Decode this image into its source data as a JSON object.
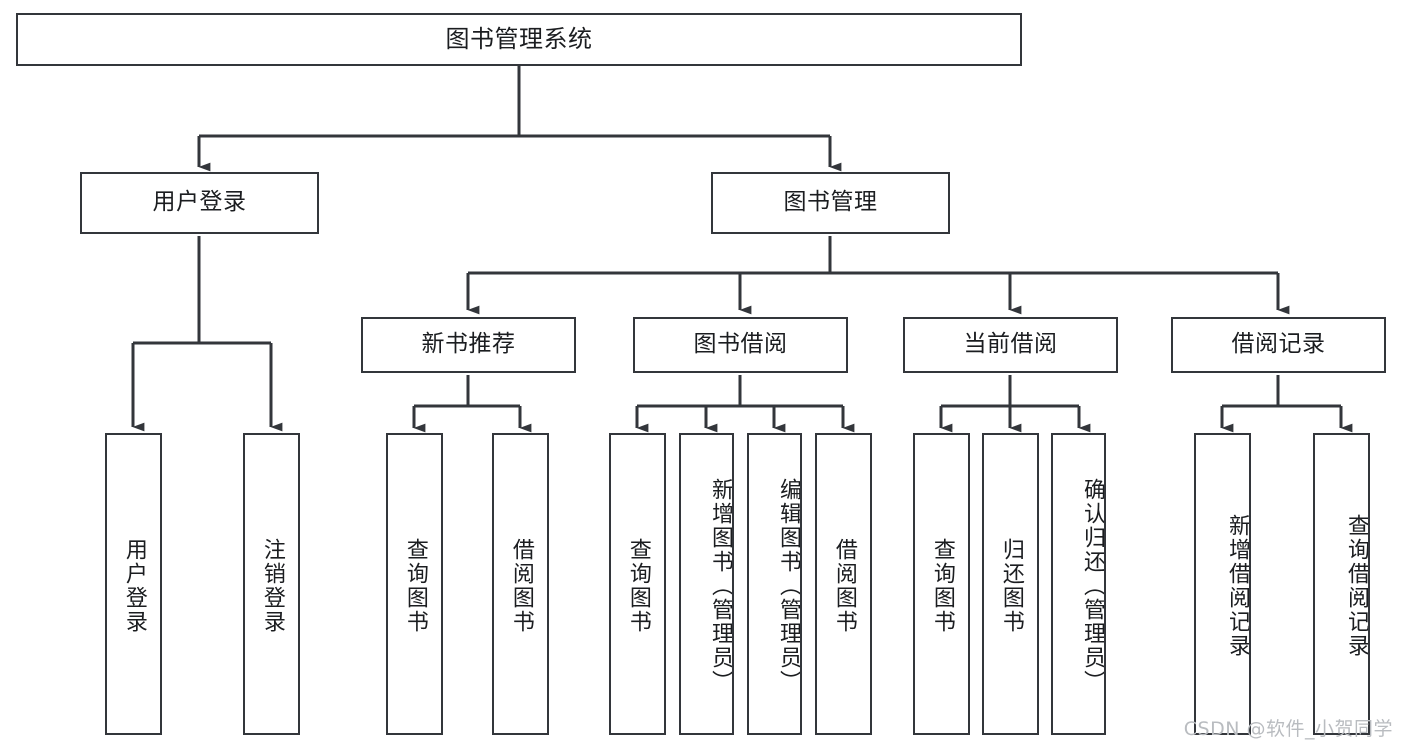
{
  "diagram": {
    "type": "tree",
    "title": "图书管理系统",
    "root": {
      "label": "图书管理系统",
      "orientation": "horizontal"
    },
    "level2": [
      {
        "label": "用户登录",
        "orientation": "horizontal"
      },
      {
        "label": "图书管理",
        "orientation": "horizontal"
      }
    ],
    "level3": [
      {
        "label": "新书推荐",
        "orientation": "horizontal"
      },
      {
        "label": "图书借阅",
        "orientation": "horizontal"
      },
      {
        "label": "当前借阅",
        "orientation": "horizontal"
      },
      {
        "label": "借阅记录",
        "orientation": "horizontal"
      }
    ],
    "leaves": {
      "user_login": [
        {
          "label": "用户登录",
          "orientation": "vertical"
        },
        {
          "label": "注销登录",
          "orientation": "vertical"
        }
      ],
      "new_book_recommend": [
        {
          "label": "查询图书",
          "orientation": "vertical"
        },
        {
          "label": "借阅图书",
          "orientation": "vertical"
        }
      ],
      "book_borrow": [
        {
          "label": "查询图书",
          "orientation": "vertical"
        },
        {
          "label": "新增图书（管理员）",
          "orientation": "vertical"
        },
        {
          "label": "编辑图书（管理员）",
          "orientation": "vertical"
        },
        {
          "label": "借阅图书",
          "orientation": "vertical"
        }
      ],
      "current_borrow": [
        {
          "label": "查询图书",
          "orientation": "vertical"
        },
        {
          "label": "归还图书",
          "orientation": "vertical"
        },
        {
          "label": "确认归还（管理员）",
          "orientation": "vertical"
        }
      ],
      "borrow_record": [
        {
          "label": "新增借阅记录",
          "orientation": "vertical"
        },
        {
          "label": "查询借阅记录",
          "orientation": "vertical"
        }
      ]
    },
    "colors": {
      "line": "#33363b",
      "box_border": "#33363b",
      "box_fill": "#ffffff",
      "text": "#1b1d20",
      "background": "#ffffff",
      "watermark": "#b9bcc0"
    }
  },
  "watermark": {
    "text": "CSDN @软件_小贺同学"
  }
}
